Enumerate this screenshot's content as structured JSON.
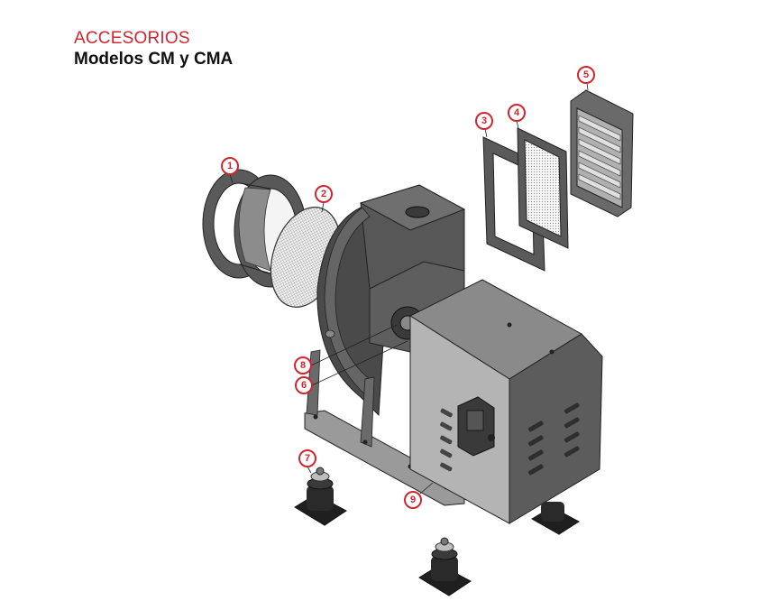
{
  "header": {
    "kicker": "ACCESORIOS",
    "title": "Modelos CM y CMA"
  },
  "colors": {
    "accent": "#d0262f",
    "metal_dark": "#4a4a4a",
    "metal_mid": "#6b6b6b",
    "metal_light": "#9a9a9a"
  },
  "callouts": [
    {
      "id": "callout-1",
      "label": "1"
    },
    {
      "id": "callout-2",
      "label": "2"
    },
    {
      "id": "callout-3",
      "label": "3"
    },
    {
      "id": "callout-4",
      "label": "4"
    },
    {
      "id": "callout-5",
      "label": "5"
    },
    {
      "id": "callout-6",
      "label": "6"
    },
    {
      "id": "callout-7",
      "label": "7"
    },
    {
      "id": "callout-8",
      "label": "8"
    },
    {
      "id": "callout-9",
      "label": "9"
    }
  ]
}
